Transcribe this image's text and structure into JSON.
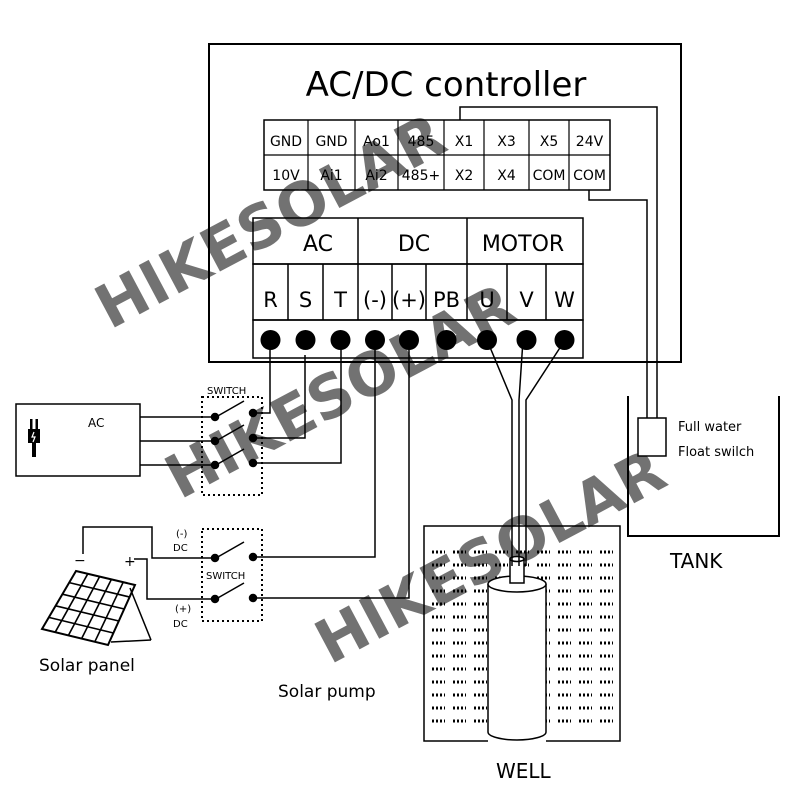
{
  "title": "AC/DC controller",
  "control_terminals": {
    "top": [
      "GND",
      "GND",
      "Ao1",
      "485",
      "X1",
      "X3",
      "X5",
      "24V"
    ],
    "bottom": [
      "10V",
      "Ai1",
      "Ai2",
      "485+",
      "X2",
      "X4",
      "COM",
      "COM"
    ]
  },
  "power_groups": {
    "ac": "AC",
    "dc": "DC",
    "motor": "MOTOR"
  },
  "power_terminals": [
    "R",
    "S",
    "T",
    "(-)",
    "(+)",
    "PB",
    "U",
    "V",
    "W"
  ],
  "ac_source_label": "AC",
  "switch_label": "SWITCH",
  "dc_neg_label": "(-)",
  "dc_pos_label": "(+)",
  "dc_label": "DC",
  "panel_minus": "−",
  "panel_plus": "+",
  "solar_panel_label": "Solar panel",
  "solar_pump_label": "Solar pump",
  "well_label": "WELL",
  "tank_label": "TANK",
  "full_water_label": "Full water",
  "float_switch_label": "Float swilch",
  "watermark": "HIKESOLAR"
}
